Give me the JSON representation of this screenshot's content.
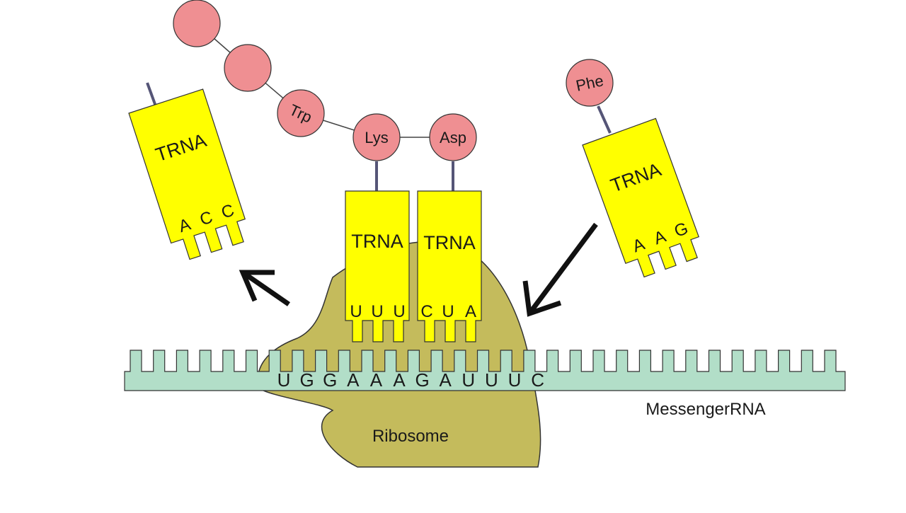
{
  "colors": {
    "trna_fill": "#ffff00",
    "ribosome_fill": "#c4bb5c",
    "mrna_fill": "#b2dec8",
    "amino_acid_fill": "#ef8f92",
    "connector": "#555577"
  },
  "amino_acids": [
    {
      "label": ""
    },
    {
      "label": ""
    },
    {
      "label": "Trp"
    },
    {
      "label": "Lys"
    },
    {
      "label": "Asp"
    },
    {
      "label": "Phe"
    }
  ],
  "trnas": [
    {
      "label": "TRNA",
      "anticodon": [
        "A",
        "C",
        "C"
      ],
      "state": "leaving"
    },
    {
      "label": "TRNA",
      "anticodon": [
        "U",
        "U",
        "U"
      ],
      "state": "bound"
    },
    {
      "label": "TRNA",
      "anticodon": [
        "C",
        "U",
        "A"
      ],
      "state": "bound"
    },
    {
      "label": "TRNA",
      "anticodon": [
        "A",
        "A",
        "G"
      ],
      "state": "arriving"
    }
  ],
  "mrna": {
    "label": "MessengerRNA",
    "bases": [
      "U",
      "G",
      "G",
      "A",
      "A",
      "A",
      "G",
      "A",
      "U",
      "U",
      "U",
      "C"
    ]
  },
  "ribosome": {
    "label": "Ribosome"
  }
}
